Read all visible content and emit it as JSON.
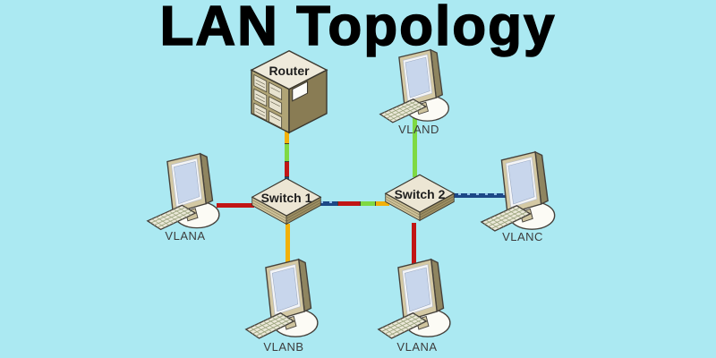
{
  "title": "LAN Topology",
  "colors": {
    "background": "#abe9f2",
    "title": "#000000",
    "link_red": "#c11515",
    "link_yellow": "#f2b10a",
    "link_green": "#7fd944",
    "link_blue": "#1c4886"
  },
  "devices": {
    "router": {
      "label": "Router",
      "type": "router"
    },
    "switch1": {
      "label": "Switch 1",
      "type": "switch"
    },
    "switch2": {
      "label": "Switch 2",
      "type": "switch"
    },
    "pc_left": {
      "label": "VLANA",
      "type": "workstation"
    },
    "pc_top_right": {
      "label": "VLAND",
      "type": "workstation"
    },
    "pc_right": {
      "label": "VLANC",
      "type": "workstation"
    },
    "pc_bottom_left": {
      "label": "VLANB",
      "type": "workstation"
    },
    "pc_bottom_right": {
      "label": "VLANA",
      "type": "workstation"
    }
  },
  "links": [
    {
      "from": "Router",
      "to": "Switch 1",
      "segment_colors": [
        "#f2b10a",
        "#7fd944",
        "#c11515",
        "#1c4886"
      ]
    },
    {
      "from": "VLANA (left)",
      "to": "Switch 1",
      "segment_colors": [
        "#c11515"
      ]
    },
    {
      "from": "Switch 1",
      "to": "Switch 2",
      "segment_colors": [
        "#1c4886",
        "#c11515",
        "#7fd944",
        "#f2b10a"
      ]
    },
    {
      "from": "Switch 1",
      "to": "VLANB",
      "segment_colors": [
        "#f2b10a"
      ]
    },
    {
      "from": "VLAND",
      "to": "Switch 2",
      "segment_colors": [
        "#7fd944"
      ]
    },
    {
      "from": "Switch 2",
      "to": "VLANC",
      "segment_colors": [
        "#1c4886"
      ]
    },
    {
      "from": "Switch 2",
      "to": "VLANA (bottom)",
      "segment_colors": [
        "#c11515"
      ]
    }
  ]
}
